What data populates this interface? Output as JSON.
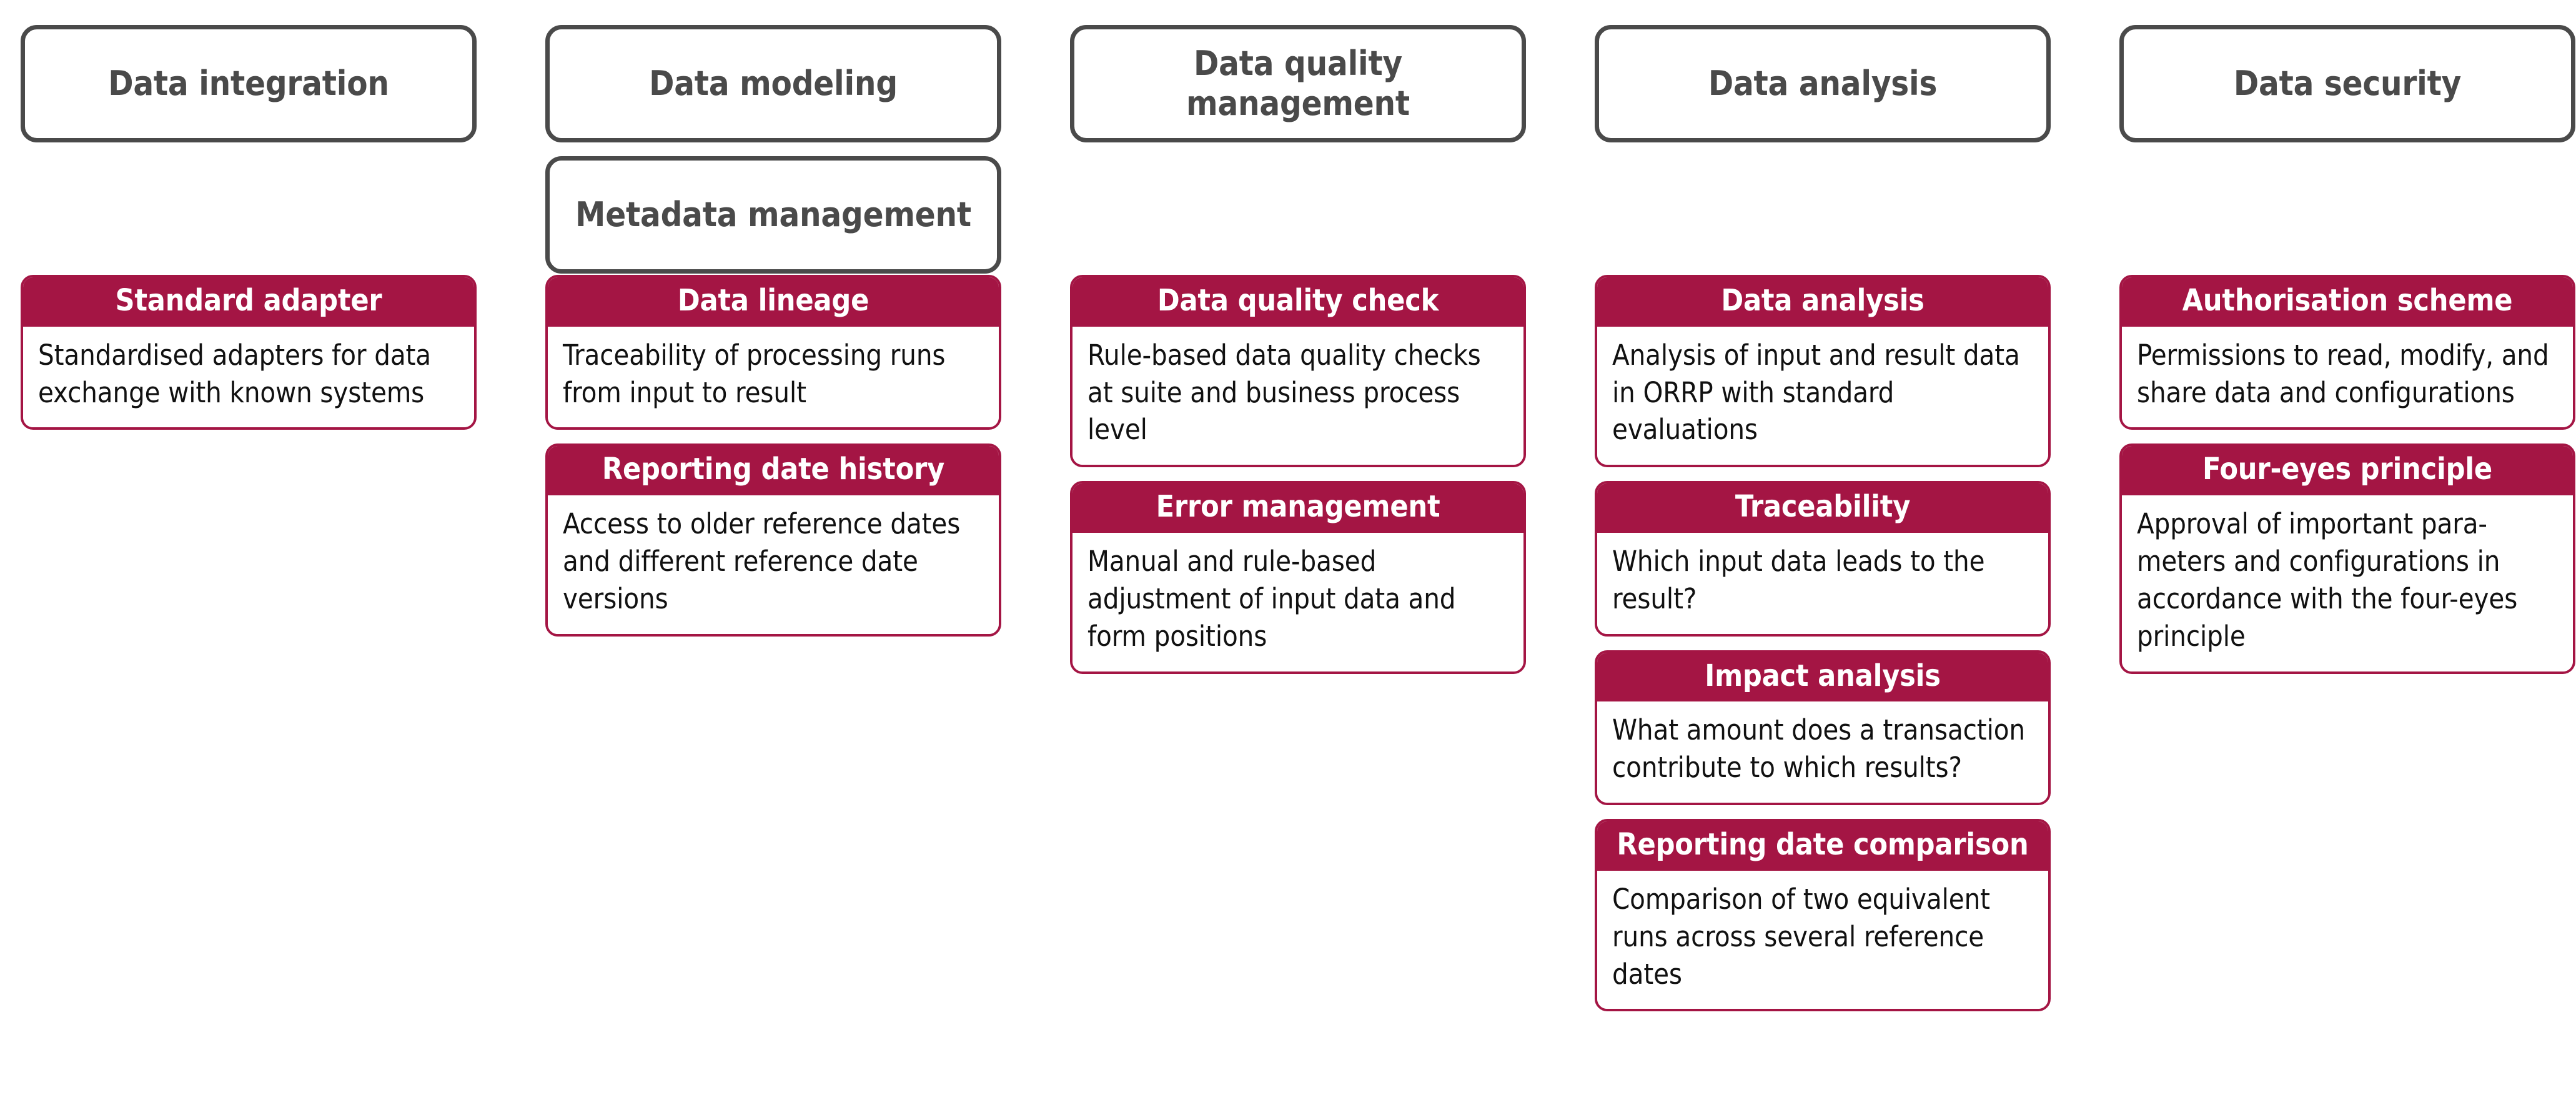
{
  "diagram": {
    "accent_color": "#A41544",
    "outline_color": "#4A4A4A",
    "columns": [
      {
        "id": "data-integration",
        "category": "Data integration",
        "subcategory": null,
        "cards": [
          {
            "title": "Standard adapter",
            "body": "Standardised adapters for data exchange with known systems"
          }
        ]
      },
      {
        "id": "data-modeling",
        "category": "Data modeling",
        "subcategory": "Metadata management",
        "cards": [
          {
            "title": "Data lineage",
            "body": "Traceability of processing runs from input to result"
          },
          {
            "title": "Reporting date history",
            "body": "Access to older reference dates and different reference date versions"
          }
        ]
      },
      {
        "id": "data-quality-management",
        "category": "Data quality management",
        "subcategory": null,
        "cards": [
          {
            "title": "Data quality check",
            "body": "Rule-based data quality checks at suite and business process level"
          },
          {
            "title": "Error management",
            "body": "Manual and rule-based adjustment of input data and form positions"
          }
        ]
      },
      {
        "id": "data-analysis",
        "category": "Data analysis",
        "subcategory": null,
        "cards": [
          {
            "title": "Data analysis",
            "body": "Analysis of input and result data in ORRP with standard evaluations"
          },
          {
            "title": "Traceability",
            "body": "Which input data leads to the result?"
          },
          {
            "title": "Impact analysis",
            "body": "What amount does a transaction contribute to which results?"
          },
          {
            "title": "Reporting date comparison",
            "body": "Comparison of two equivalent runs across several reference dates"
          }
        ]
      },
      {
        "id": "data-security",
        "category": "Data security",
        "subcategory": null,
        "cards": [
          {
            "title": "Authorisation scheme",
            "body": "Permissions to read, modify, and share data and configurations"
          },
          {
            "title": "Four-eyes principle",
            "body": "Approval of important para-meters and configurations in accordance with the four-eyes principle"
          }
        ]
      }
    ]
  }
}
